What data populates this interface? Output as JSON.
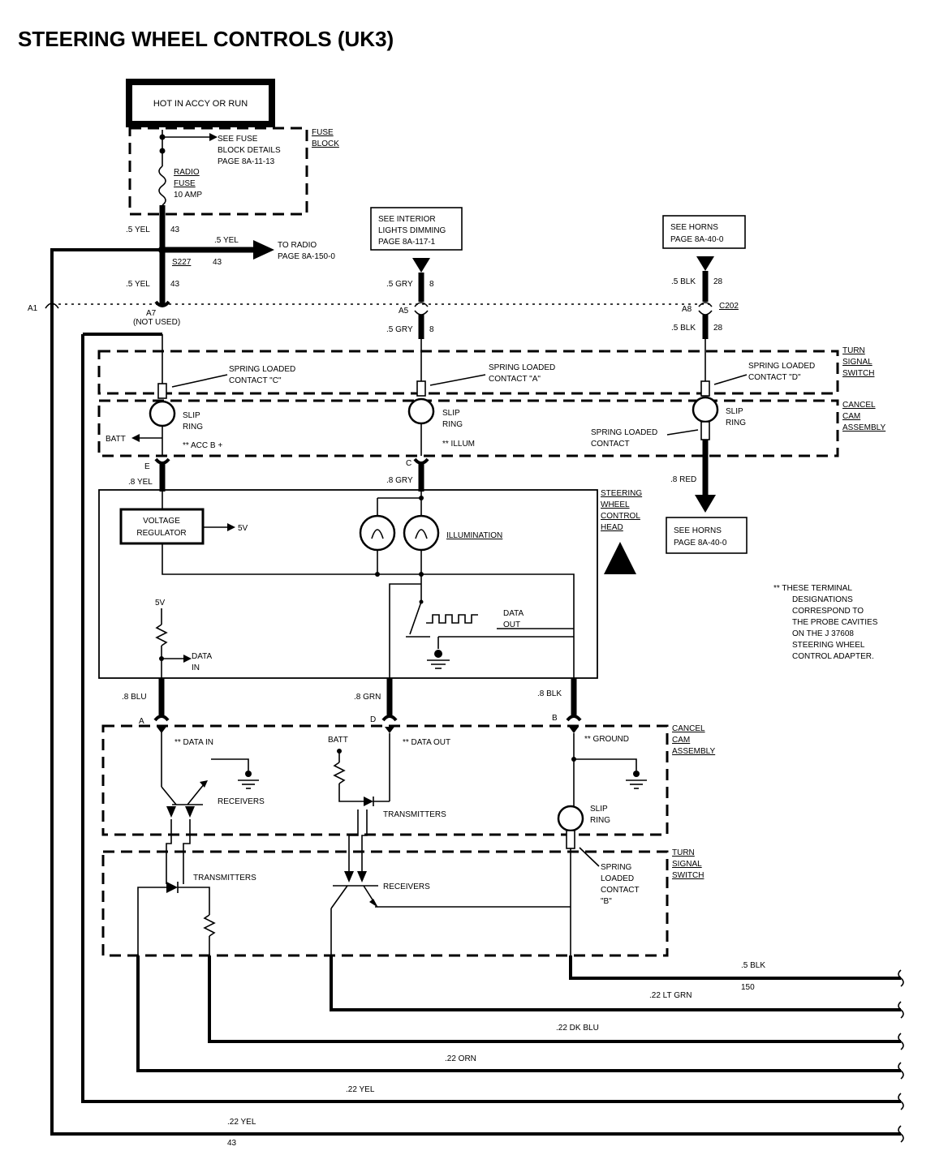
{
  "title": "STEERING WHEEL CONTROLS (UK3)",
  "power_box": "HOT IN ACCY OR RUN",
  "fuse_block": {
    "label": [
      "FUSE",
      "BLOCK"
    ],
    "see_fuse": [
      "SEE FUSE",
      "BLOCK DETAILS",
      "PAGE 8A-11-13"
    ],
    "radio_fuse": [
      "RADIO",
      "FUSE",
      "10 AMP"
    ]
  },
  "wires": {
    "w1_color": ".5 YEL",
    "w1_num": "43",
    "to_radio_color": ".5 YEL",
    "to_radio_num": "43",
    "to_radio_label": [
      "TO RADIO",
      "PAGE 8A-150-0"
    ],
    "splice": "S227",
    "w2_color": ".5 YEL",
    "w2_num": "43",
    "gry_color": ".5 GRY",
    "gry_num": "8",
    "blk_color": ".5 BLK",
    "blk_num": "28"
  },
  "refs": {
    "interior": [
      "SEE INTERIOR",
      "LIGHTS DIMMING",
      "PAGE 8A-117-1"
    ],
    "horns_top": [
      "SEE HORNS",
      "PAGE 8A-40-0"
    ],
    "horns_bottom": [
      "SEE HORNS",
      "PAGE 8A-40-0"
    ]
  },
  "connectors": {
    "a1": "A1",
    "a7": "A7",
    "a7_note": "(NOT USED)",
    "a5": "A5",
    "a8": "A8",
    "c202": "C202",
    "e": "E",
    "c": "C",
    "a": "A",
    "d": "D",
    "b": "B"
  },
  "turn_signal_switch": [
    "TURN",
    "SIGNAL",
    "SWITCH"
  ],
  "cancel_cam": [
    "CANCEL",
    "CAM",
    "ASSEMBLY"
  ],
  "contacts": {
    "c": [
      "SPRING LOADED",
      "CONTACT \"C\""
    ],
    "a": [
      "SPRING LOADED",
      "CONTACT \"A\""
    ],
    "d": [
      "SPRING LOADED",
      "CONTACT \"D\""
    ],
    "cam": [
      "SPRING LOADED",
      "CONTACT"
    ],
    "b": [
      "SPRING",
      "LOADED",
      "CONTACT",
      "\"B\""
    ]
  },
  "slip_ring": [
    "SLIP",
    "RING"
  ],
  "batt": "BATT",
  "acc": "** ACC B +",
  "illum": "** ILLUM",
  "lower_wires": {
    "yel8": ".8 YEL",
    "gry8": ".8 GRY",
    "red8": ".8 RED",
    "blu8": ".8 BLU",
    "grn8": ".8 GRN",
    "blk8": ".8 BLK"
  },
  "head": {
    "label": [
      "STEERING",
      "WHEEL",
      "CONTROL",
      "HEAD"
    ],
    "regulator": [
      "VOLTAGE",
      "REGULATOR"
    ],
    "five_v": "5V",
    "illumination": "ILLUMINATION",
    "data_out": [
      "DATA",
      "OUT"
    ],
    "data_in": [
      "DATA",
      "IN"
    ]
  },
  "note": [
    "** THESE TERMINAL",
    "DESIGNATIONS",
    "CORRESPOND TO",
    "THE PROBE CAVITIES",
    "ON THE J 37608",
    "STEERING WHEEL",
    "CONTROL ADAPTER."
  ],
  "lower": {
    "data_in": "** DATA IN",
    "data_out": "** DATA OUT",
    "ground": "** GROUND",
    "receivers": "RECEIVERS",
    "transmitters": "TRANSMITTERS"
  },
  "harness": {
    "blk": ".5 BLK",
    "blk_num": "150",
    "ltgrn": ".22 LT GRN",
    "dkblu": ".22 DK BLU",
    "orn": ".22 ORN",
    "yel1": ".22 YEL",
    "yel2": ".22 YEL",
    "yel2_num": "43"
  }
}
